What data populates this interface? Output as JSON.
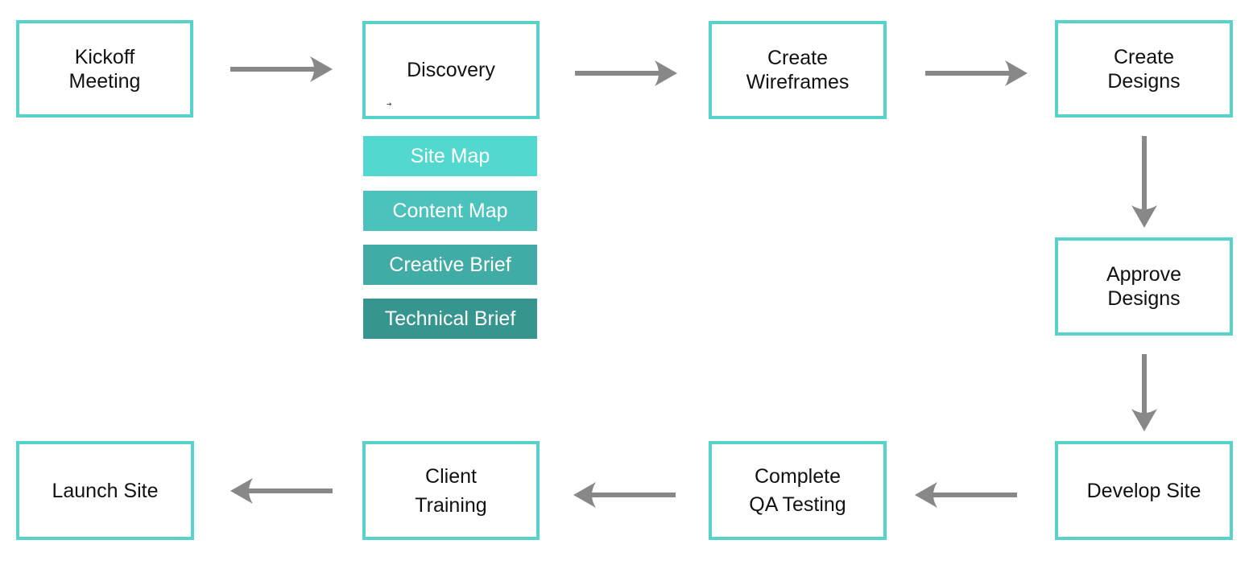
{
  "steps": {
    "kickoff": "Kickoff\nMeeting",
    "discovery": "Discovery",
    "wireframes": "Create\nWireframes",
    "create_designs": "Create\nDesigns",
    "approve_designs": "Approve\nDesigns",
    "develop_site": "Develop Site",
    "qa_testing": "Complete\nQA Testing",
    "client_training": "Client\nTraining",
    "launch_site": "Launch Site"
  },
  "discovery_outputs": [
    {
      "label": "Site Map",
      "color": "#52d8cf"
    },
    {
      "label": "Content Map",
      "color": "#4bc3bc"
    },
    {
      "label": "Creative Brief",
      "color": "#41aca5"
    },
    {
      "label": "Technical Brief",
      "color": "#36958e"
    }
  ],
  "colors": {
    "box_border": "#58d3cc",
    "arrow": "#888888"
  }
}
